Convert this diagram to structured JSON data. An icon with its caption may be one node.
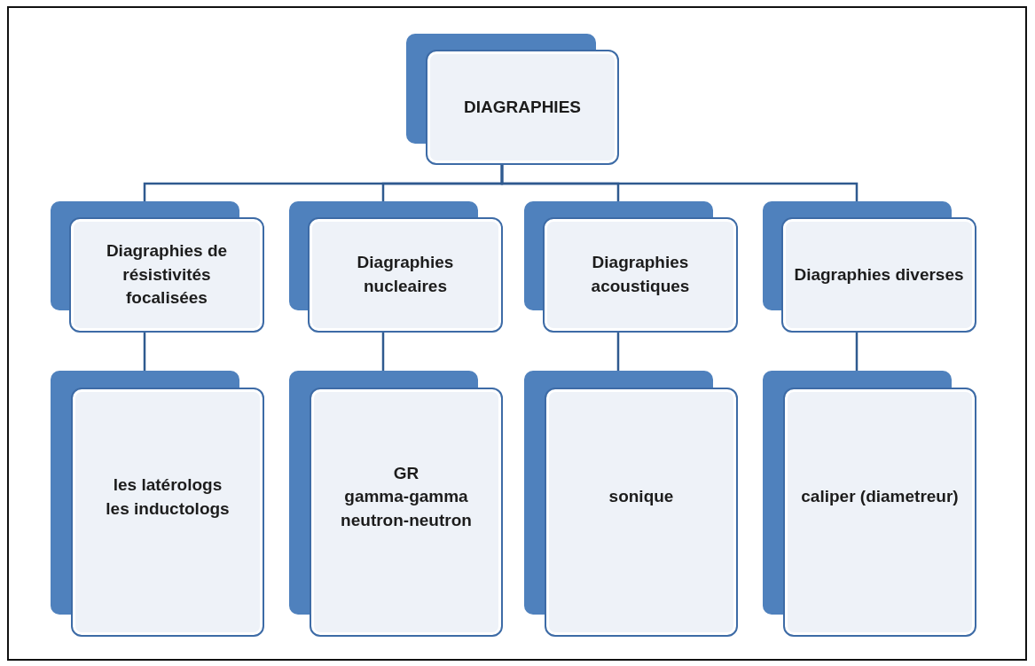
{
  "diagram": {
    "nodes": [
      {
        "text": [
          "DIAGRAPHIES"
        ]
      },
      {
        "text": [
          "Diagraphies de résistivités focalisées"
        ]
      },
      {
        "text": [
          "Diagraphies nucleaires"
        ]
      },
      {
        "text": [
          "Diagraphies acoustiques"
        ]
      },
      {
        "text": [
          "Diagraphies diverses"
        ]
      },
      {
        "text": [
          "les latérologs",
          "les inductologs"
        ]
      },
      {
        "text": [
          "GR",
          "gamma-gamma",
          "neutron-neutron"
        ]
      },
      {
        "text": [
          "sonique"
        ]
      },
      {
        "text": [
          "caliper (diametreur)"
        ]
      }
    ],
    "edges": [
      {
        "from": 0,
        "to": 1,
        "arrow": "none"
      },
      {
        "from": 0,
        "to": 2,
        "arrow": "none"
      },
      {
        "from": 0,
        "to": 3,
        "arrow": "none"
      },
      {
        "from": 0,
        "to": 4,
        "arrow": "none"
      },
      {
        "from": 1,
        "to": 5,
        "arrow": "none"
      },
      {
        "from": 2,
        "to": 6,
        "arrow": "none"
      },
      {
        "from": 3,
        "to": 7,
        "arrow": "none"
      },
      {
        "from": 4,
        "to": 8,
        "arrow": "none"
      }
    ]
  }
}
